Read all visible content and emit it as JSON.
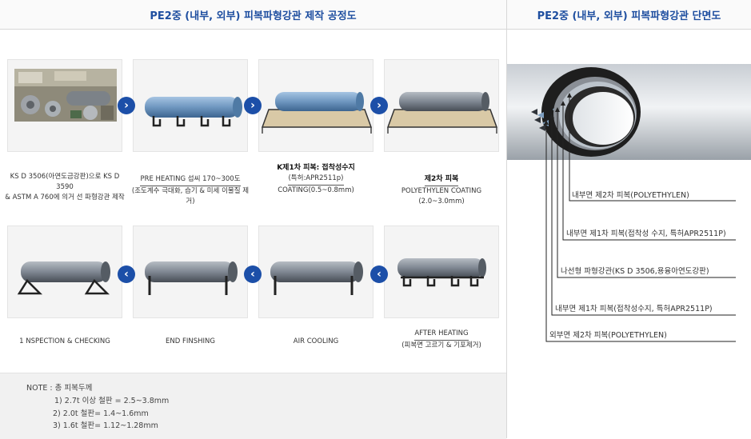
{
  "left_title": "PE2중 (내부, 외부) 피복파형강관 제작 공정도",
  "right_title": "PE2중 (내부, 외부) 피복파형강관 단면도",
  "steps_top": [
    {
      "lines": [
        "KS D 3506(아연도금강판)으로 KS D 3590",
        "& ASTM A 760에 의거 선 파형강관 제작"
      ]
    },
    {
      "title": "PRE HEATING 섭씨 170~300도",
      "sub": "(조도계수 극대화, 습기 & 미세 이물질 제거)"
    },
    {
      "pre": "K제1차 피복: 접착성수지",
      "title": "(특허:APR2511p)",
      "sub": "COATING(0.5~0.8mm)"
    },
    {
      "title": "제2차 피복",
      "sub": "POLYETHYLEN COATING",
      "sub2": "(2.0~3.0mm)"
    }
  ],
  "steps_bottom": [
    {
      "label": "1 NSPECTION & CHECKING"
    },
    {
      "label": "END FINSHING"
    },
    {
      "label": "AIR COOLING"
    },
    {
      "title": "AFTER HEATING",
      "sub": "(피복면 고르기 & 기포제거)"
    }
  ],
  "arrows": {
    "right": "›",
    "left": "‹"
  },
  "note": {
    "head": "NOTE : 총 피복두께",
    "items": [
      "1) 2.7t 이상 철판 = 2.5~3.8mm",
      "2) 2.0t 철판= 1.4~1.6mm",
      "3) 1.6t 철판= 1.12~1.28mm"
    ]
  },
  "layers": [
    "내부면 제2차 피복(POLYETHYLEN)",
    "내부면 제1차 피복(접착성 수지, 특허APR2511P)",
    "나선형 파형강관(KS D 3506,용융아연도강판)",
    "내부면 제1차 피복(접착성수지, 특허APR2511P)",
    "외부면 제2차 피복(POLYETHYLEN)"
  ],
  "colors": {
    "title_blue": "#1f4fa0",
    "arrow_blue": "#1c4fa8",
    "pipe_gray": "#7f8792",
    "pipe_blue": "#6f97c0"
  }
}
